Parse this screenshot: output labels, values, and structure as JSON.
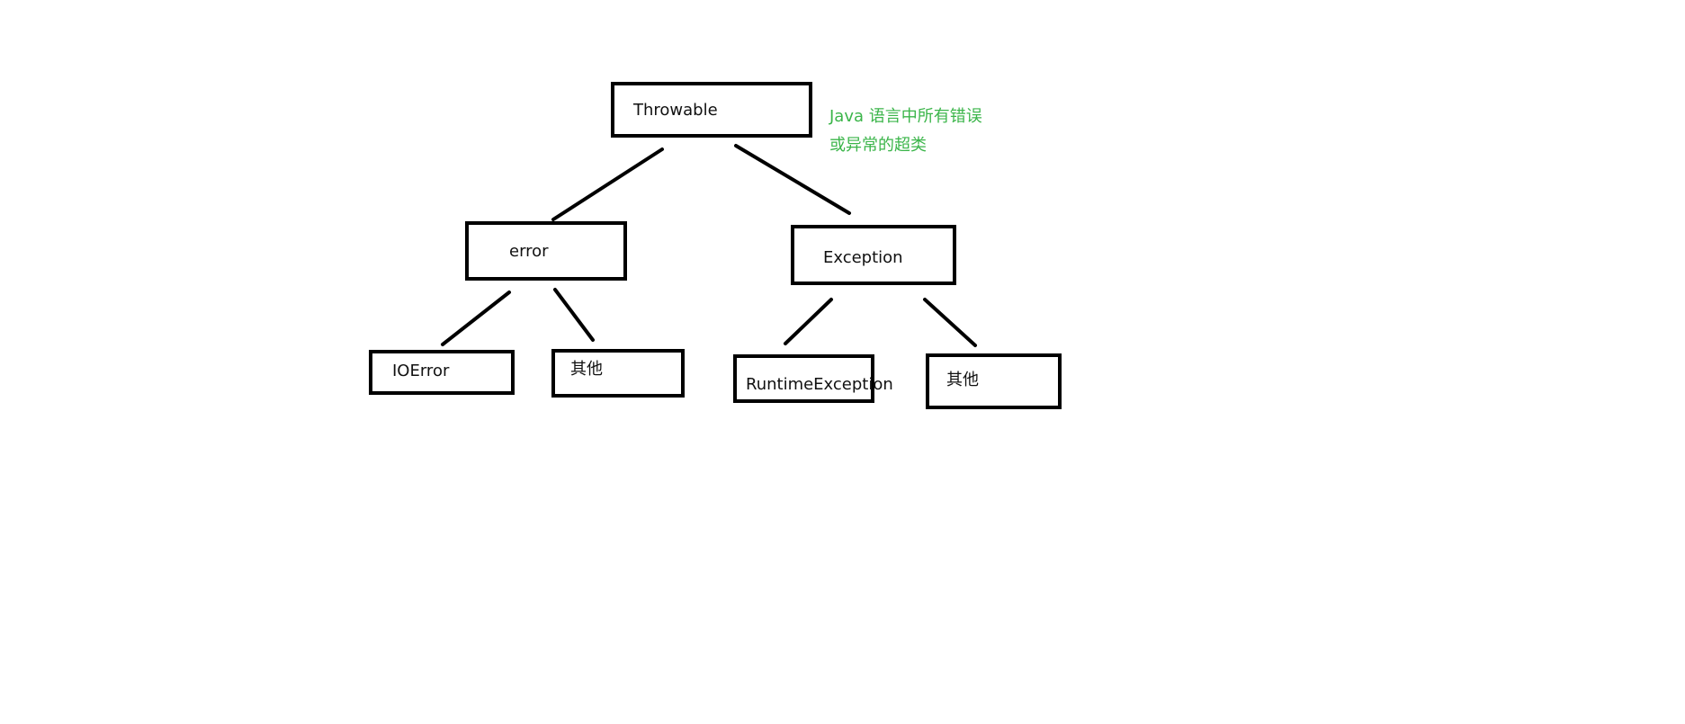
{
  "diagram": {
    "nodes": {
      "throwable": "Throwable",
      "error": "error",
      "exception": "Exception",
      "ioerror": "IOError",
      "error_other": "其他",
      "runtime_exception": "RuntimeException",
      "exception_other": "其他"
    },
    "note": {
      "line1": "Java 语言中所有错误",
      "line2": "或异常的超类",
      "color": "#3bb54a"
    },
    "edges": [
      [
        "throwable",
        "error"
      ],
      [
        "throwable",
        "exception"
      ],
      [
        "error",
        "ioerror"
      ],
      [
        "error",
        "error_other"
      ],
      [
        "exception",
        "runtime_exception"
      ],
      [
        "exception",
        "exception_other"
      ]
    ]
  }
}
